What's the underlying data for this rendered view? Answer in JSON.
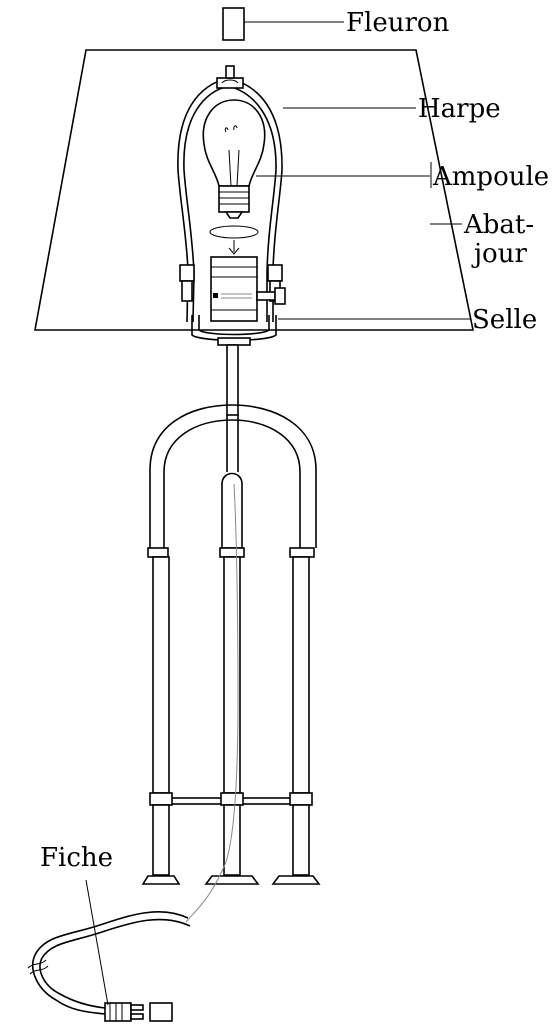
{
  "labels": {
    "finial": "Fleuron",
    "harp": "Harpe",
    "bulb": "Ampoule",
    "shade_line1": "Abat-",
    "shade_line2": "jour",
    "saddle": "Selle",
    "plug": "Fiche"
  }
}
